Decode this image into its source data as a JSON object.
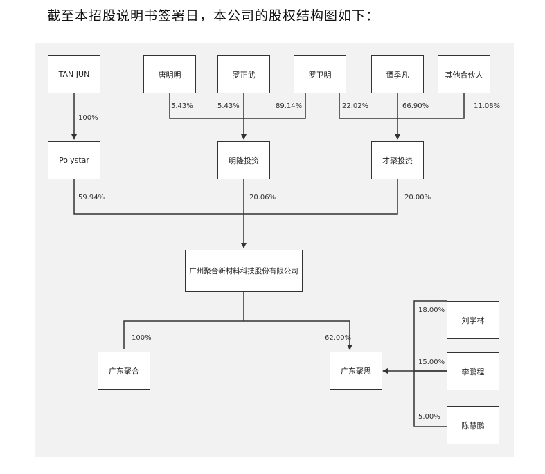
{
  "heading": "截至本招股说明书签署日，本公司的股权结构图如下：",
  "nodes": {
    "tan_jun": "TAN JUN",
    "tang_mingming": "唐明明",
    "luo_zhengwu": "罗正武",
    "luo_weiming": "罗卫明",
    "tan_jifan": "谭季凡",
    "other_partners": "其他合伙人",
    "polystar": "Polystar",
    "minglong": "明隆投资",
    "caiju": "才聚投资",
    "company": "广州聚合新材料科技股份有限公司",
    "guangdong_juhe": "广东聚合",
    "guangdong_jusi": "广东聚思",
    "liu_xuelin": "刘学林",
    "li_pengcheng": "李鹏程",
    "chen_huipeng": "陈慧鹏"
  },
  "percents": {
    "tan_polystar": "100%",
    "tang_minglong": "5.43%",
    "luozw_minglong": "5.43%",
    "luowm_minglong": "89.14%",
    "luowm_caiju": "22.02%",
    "tan_caiju": "66.90%",
    "other_caiju": "11.08%",
    "polystar_company": "59.94%",
    "minglong_company": "20.06%",
    "caiju_company": "20.00%",
    "company_juhe": "100%",
    "company_jusi": "62.00%",
    "liu_jusi": "18.00%",
    "li_jusi": "15.00%",
    "chen_jusi": "5.00%"
  }
}
